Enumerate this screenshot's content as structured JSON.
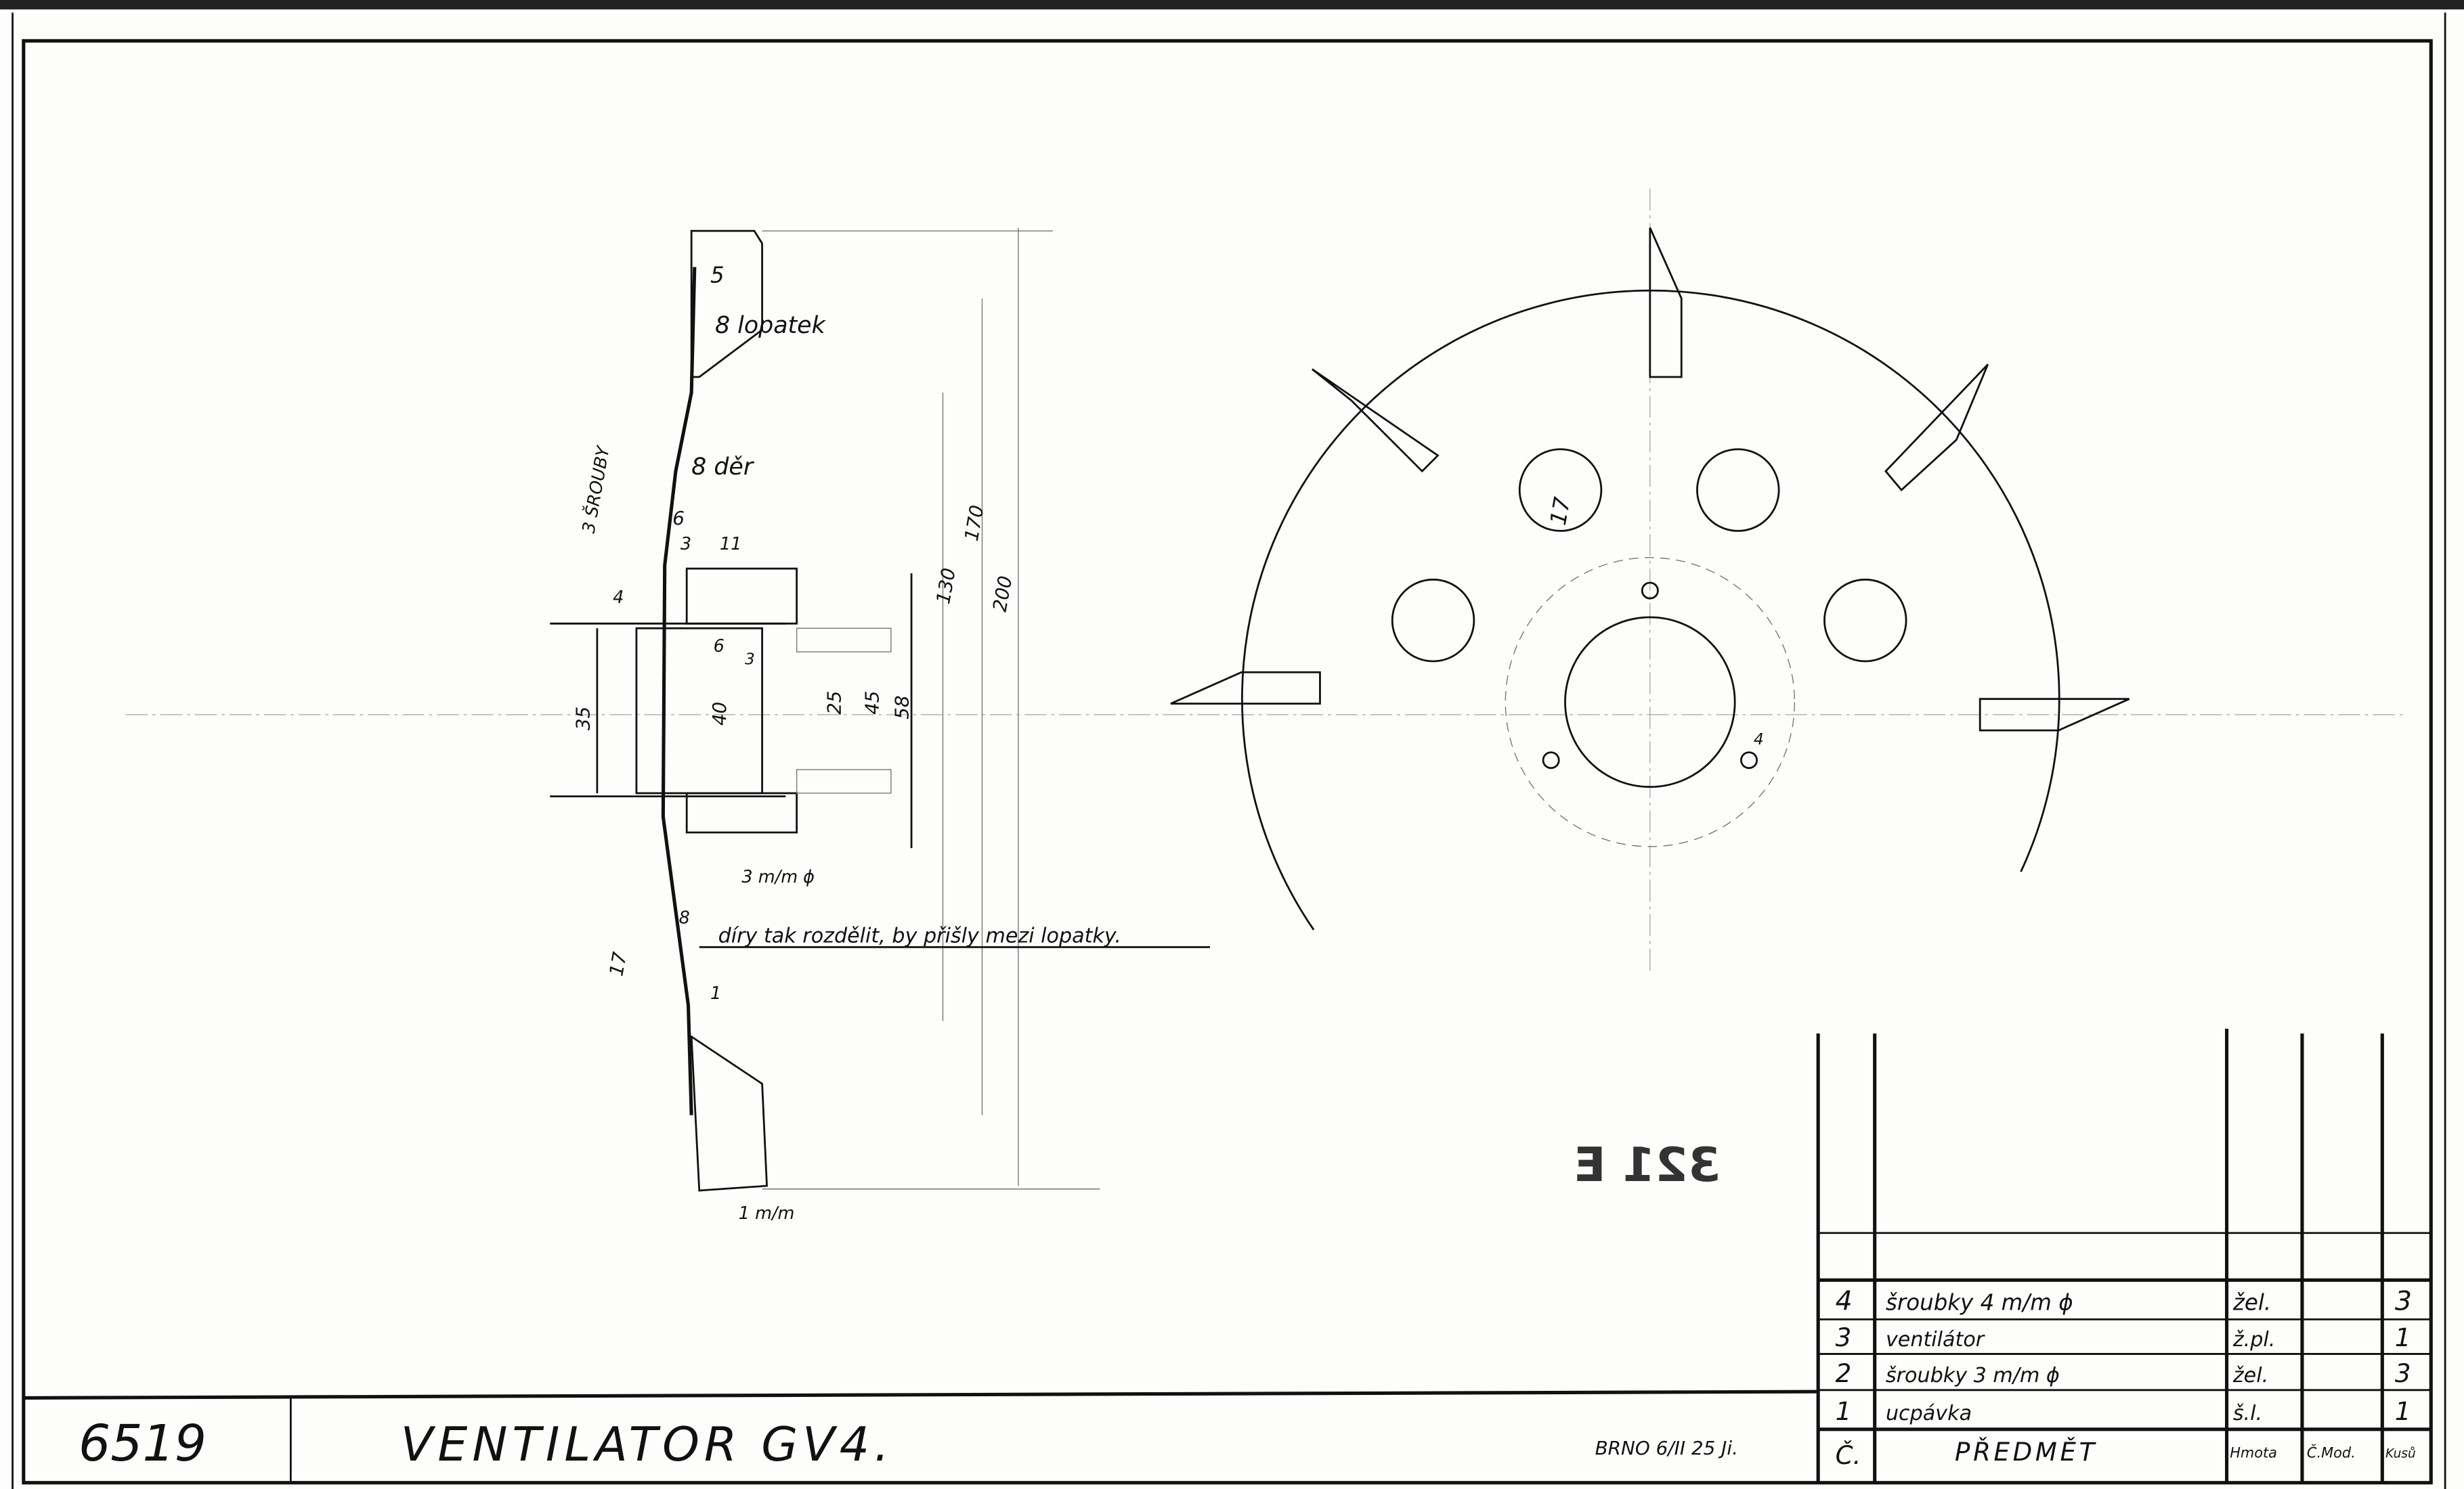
{
  "title_block": {
    "drawing_number": "6519",
    "title": "VENTILATOR GV4.",
    "place_date": "BRNO 6/II 25 Ji."
  },
  "parts_list": {
    "headers": {
      "no": "Č.",
      "item": "PŘEDMĚT",
      "material": "Hmota",
      "model_no": "Č.Mod.",
      "qty": "Kusů"
    },
    "rows": [
      {
        "no": "4",
        "item": "šroubky 4 m/m ϕ",
        "material": "žel.",
        "model_no": "",
        "qty": "3"
      },
      {
        "no": "3",
        "item": "ventilátor",
        "material": "ž.pl.",
        "model_no": "",
        "qty": "1"
      },
      {
        "no": "2",
        "item": "šroubky 3 m/m ϕ",
        "material": "žel.",
        "model_no": "",
        "qty": "3"
      },
      {
        "no": "1",
        "item": "ucpávka",
        "material": "š.l.",
        "model_no": "",
        "qty": "1"
      }
    ]
  },
  "annotations": {
    "blades": "8 lopatek",
    "holes": "8 děr",
    "screws": "3 ŠROUBY",
    "note": "díry tak rozdělit, by přišly mezi lopatky.",
    "screw_m4": "3 m/m ϕ",
    "dims": [
      "5",
      "6",
      "3",
      "11",
      "4",
      "6",
      "3",
      "35",
      "40",
      "25",
      "45",
      "58",
      "130",
      "170",
      "200",
      "8",
      "17",
      "1",
      "1 m/m",
      "17",
      "4"
    ]
  },
  "stamp": "321 E"
}
